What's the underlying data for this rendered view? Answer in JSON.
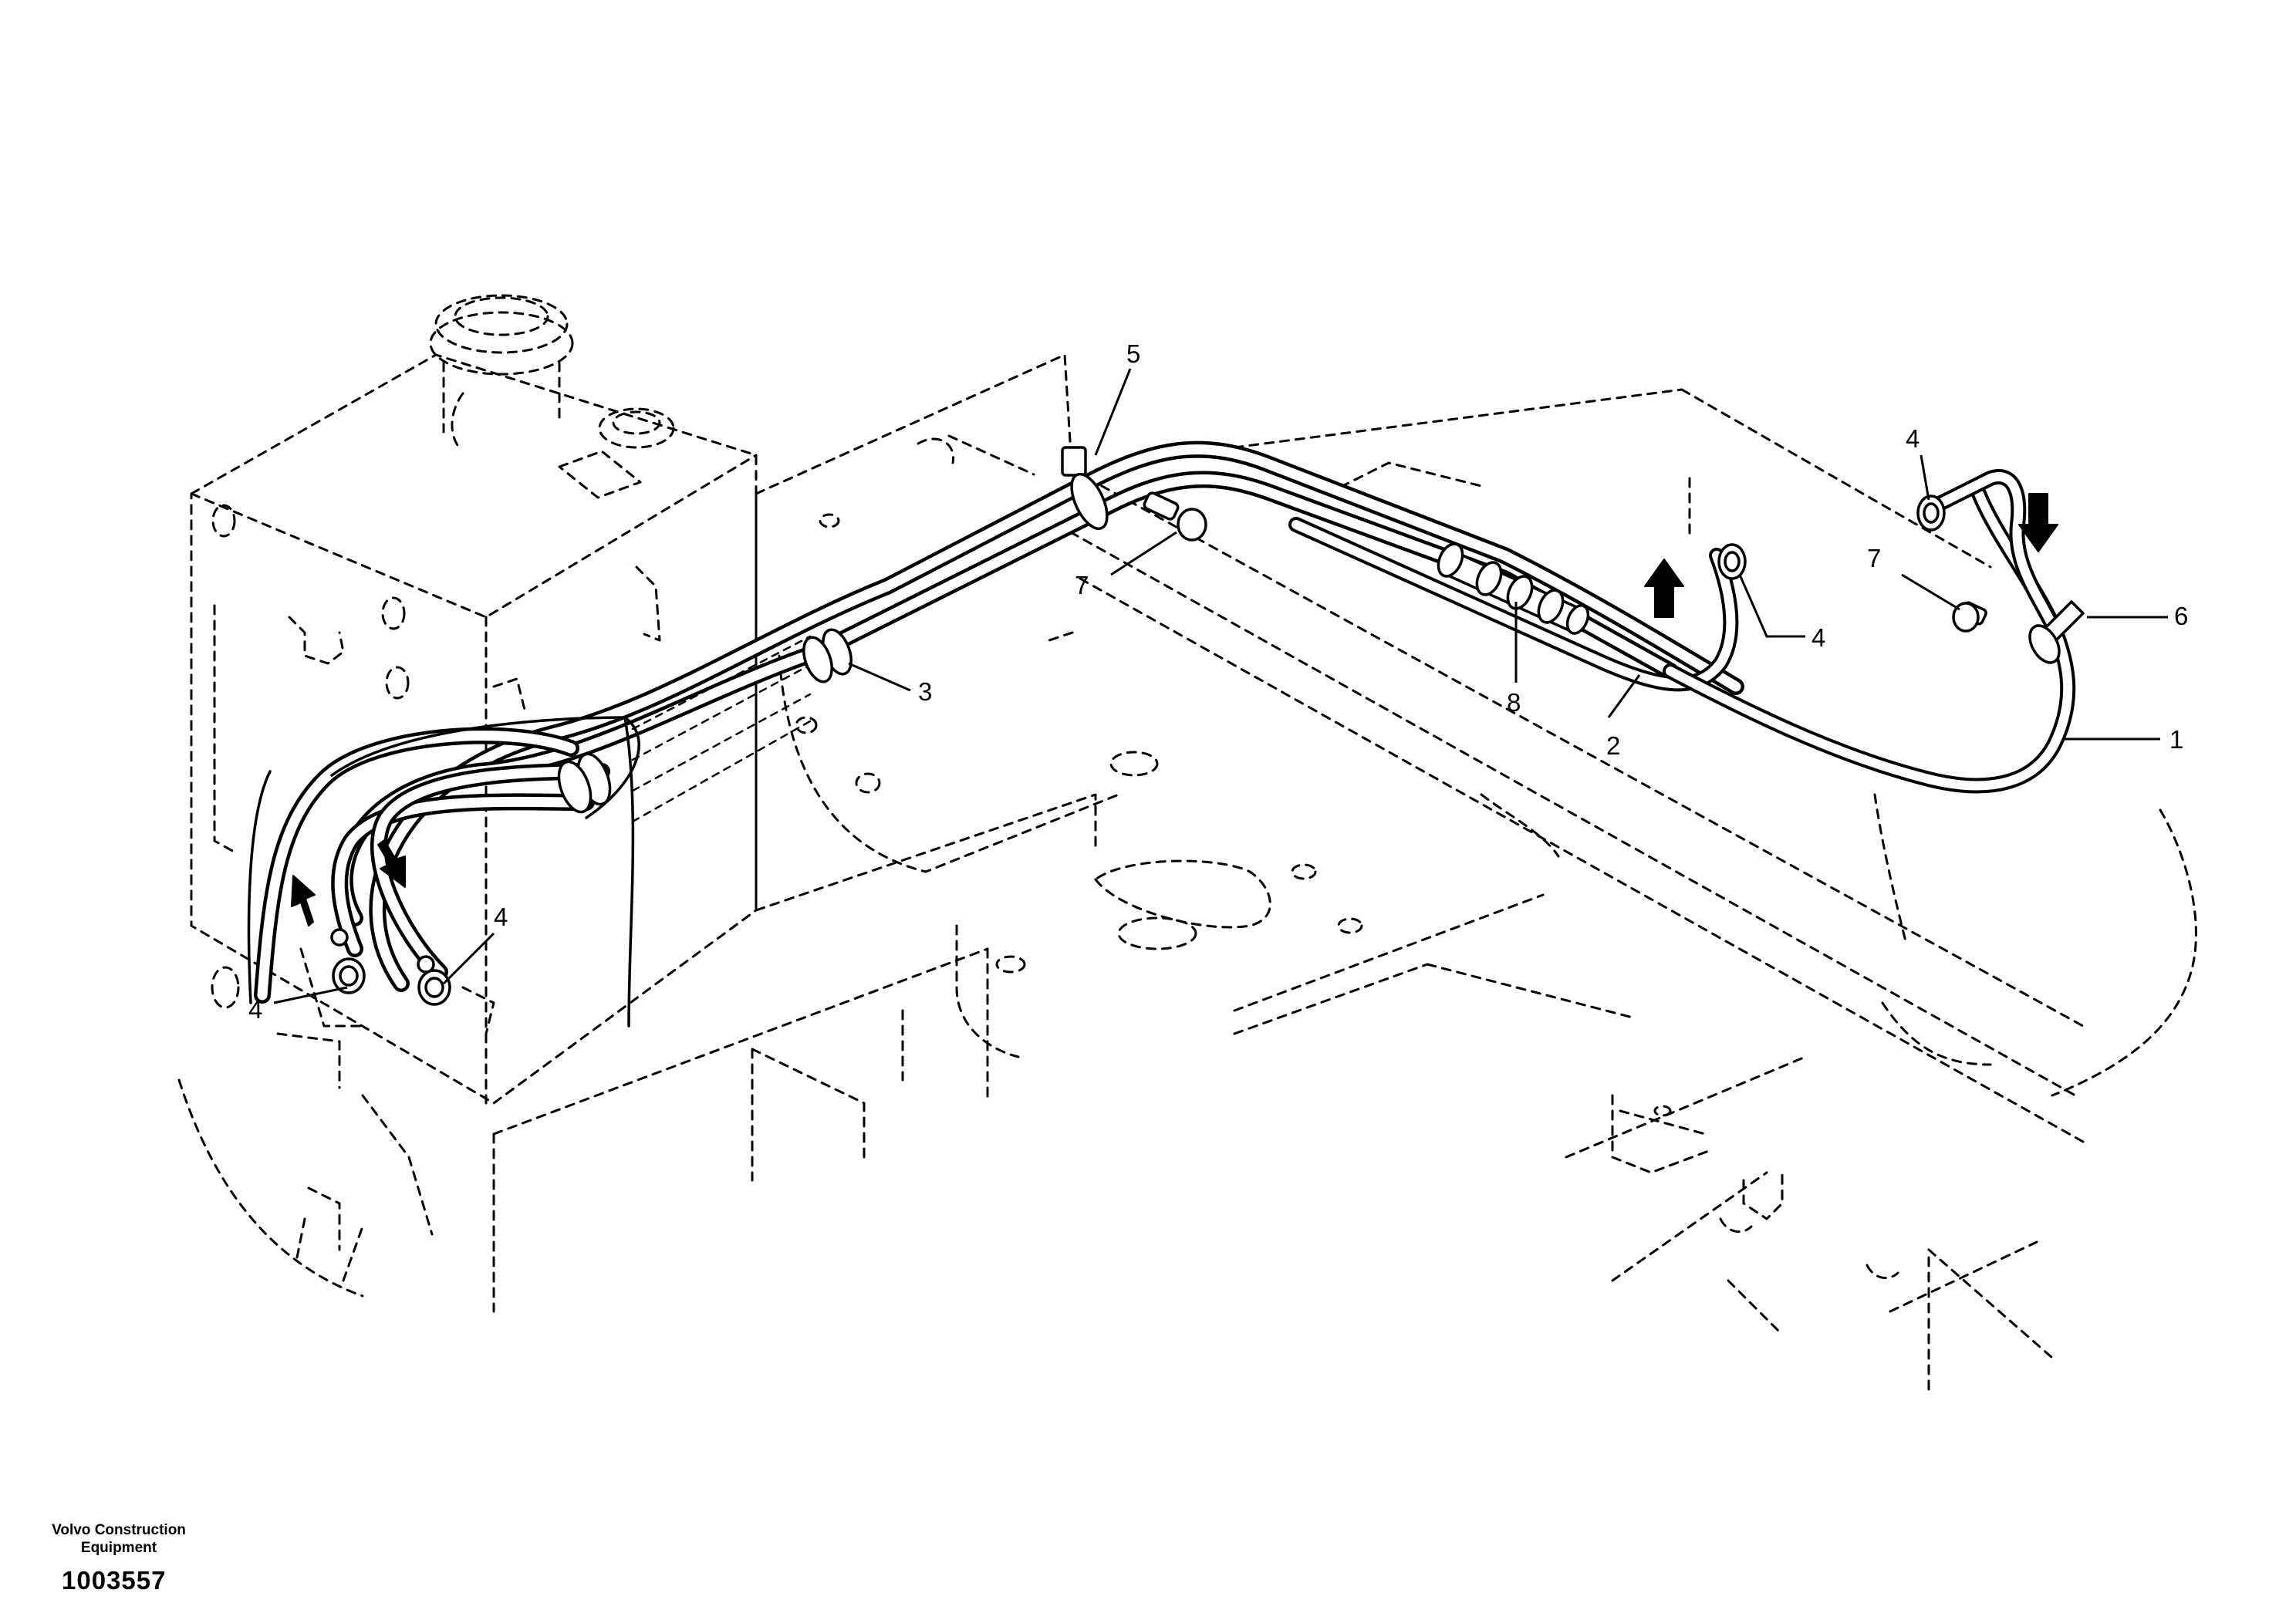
{
  "figure": {
    "manufacturer_line1": "Volvo Construction",
    "manufacturer_line2": "Equipment",
    "figure_number": "1003557"
  },
  "callouts": [
    {
      "id": "c1",
      "label": "1"
    },
    {
      "id": "c2",
      "label": "2"
    },
    {
      "id": "c3",
      "label": "3"
    },
    {
      "id": "c4a",
      "label": "4"
    },
    {
      "id": "c4b",
      "label": "4"
    },
    {
      "id": "c4c",
      "label": "4"
    },
    {
      "id": "c4d",
      "label": "4"
    },
    {
      "id": "c5",
      "label": "5"
    },
    {
      "id": "c6",
      "label": "6"
    },
    {
      "id": "c7a",
      "label": "7"
    },
    {
      "id": "c7b",
      "label": "7"
    },
    {
      "id": "c8",
      "label": "8"
    }
  ]
}
